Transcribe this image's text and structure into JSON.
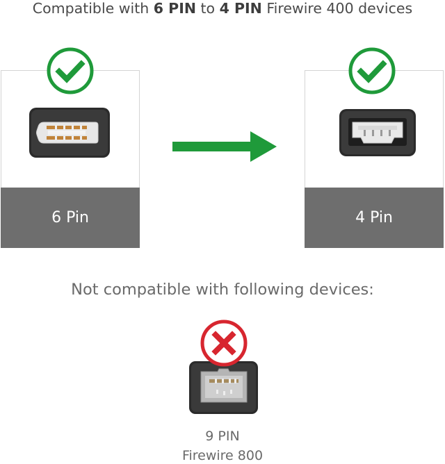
{
  "header": {
    "prefix": "Compatible with ",
    "strong1": "6 PIN",
    "mid": " to ",
    "strong2": "4 PIN",
    "suffix": " Firewire 400 devices"
  },
  "cards": {
    "left_label": "6 Pin",
    "right_label": "4 Pin"
  },
  "not_compatible": {
    "title": "Not compatible with following devices:",
    "caption_line1": "9 PIN",
    "caption_line2": "Firewire 800"
  },
  "colors": {
    "check_green": "#1f9a3a",
    "cross_red": "#d7262f",
    "band_gray": "#6e6e6e"
  },
  "icons": {
    "check": "check-circle-icon",
    "cross": "x-circle-icon",
    "arrow": "arrow-right-icon"
  }
}
